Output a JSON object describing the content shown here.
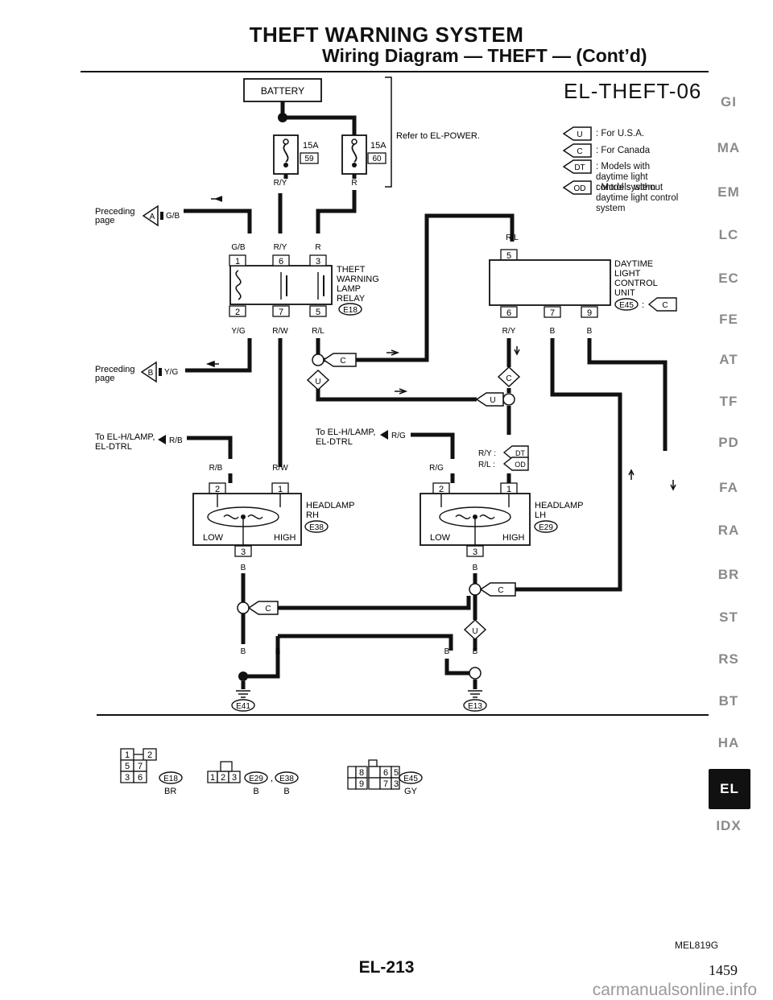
{
  "header": {
    "title": "THEFT WARNING SYSTEM",
    "subtitle": "Wiring Diagram — THEFT — (Cont’d)"
  },
  "diagram_code": "EL-THEFT-06",
  "legend": [
    {
      "tag": "U",
      "text": ": For U.S.A."
    },
    {
      "tag": "C",
      "text": ": For Canada"
    },
    {
      "tag": "DT",
      "text": ": Models with daytime light control system"
    },
    {
      "tag": "OD",
      "text": ": Models without daytime light control system"
    }
  ],
  "labels": {
    "battery": "BATTERY",
    "fuse_15a": "15A",
    "fuse_59": "59",
    "fuse_60": "60",
    "refer": "Refer to EL-POWER.",
    "preceding_page": "Preceding",
    "page": "page",
    "conn_a": "A",
    "conn_b": "B",
    "to_el_hlamp": "To EL-H/LAMP,",
    "el_dtrl": "EL-DTRL",
    "relay": [
      "THEFT",
      "WARNING",
      "LAMP",
      "RELAY"
    ],
    "relay_conn": "E18",
    "dtrl": [
      "DAYTIME",
      "LIGHT",
      "CONTROL",
      "UNIT"
    ],
    "dtrl_conn": "E45",
    "dtrl_conn_sep": ":",
    "headlamp": "HEADLAMP",
    "rh": "RH",
    "lh": "LH",
    "rh_conn": "E38",
    "lh_conn": "E29",
    "low": "LOW",
    "high": "HIGH",
    "ground_1": "E41",
    "ground_2": "E13",
    "u": "U",
    "c": "C",
    "dt": "DT",
    "od": "OD"
  },
  "wire_colors": {
    "ry": "R/Y",
    "r": "R",
    "gb": "G/B",
    "yg": "Y/G",
    "rw": "R/W",
    "rl": "R/L",
    "b": "B",
    "rb": "R/B",
    "rg": "R/G",
    "ry_dt": "R/Y :",
    "rl_od": "R/L :"
  },
  "pins": {
    "relay": [
      "1",
      "6",
      "3",
      "2",
      "7",
      "5"
    ],
    "dtrl": [
      "5",
      "6",
      "7",
      "9"
    ],
    "hl_rh": [
      "2",
      "1",
      "3"
    ],
    "hl_lh": [
      "2",
      "1",
      "3"
    ],
    "conn_e18": [
      "1",
      "2",
      "5",
      "7",
      "3",
      "6"
    ],
    "conn_e29": [
      "1",
      "2",
      "3"
    ],
    "conn_e45": [
      "8",
      "6",
      "5",
      "9",
      "7",
      "3"
    ]
  },
  "connector_refs": {
    "e18": "E18",
    "e18_color": "BR",
    "e29": "E29",
    "comma": ",",
    "e38": "E38",
    "e29_color": "B",
    "e38_color": "B",
    "e45": "E45",
    "e45_color": "GY"
  },
  "side_tabs": [
    "GI",
    "MA",
    "EM",
    "LC",
    "EC",
    "FE",
    "AT",
    "TF",
    "PD",
    "FA",
    "RA",
    "BR",
    "ST",
    "RS",
    "BT",
    "HA",
    "EL",
    "IDX"
  ],
  "active_tab": "EL",
  "footer": {
    "code": "MEL819G",
    "page": "EL-213",
    "number": "1459",
    "watermark": "carmanualsonline.info"
  }
}
